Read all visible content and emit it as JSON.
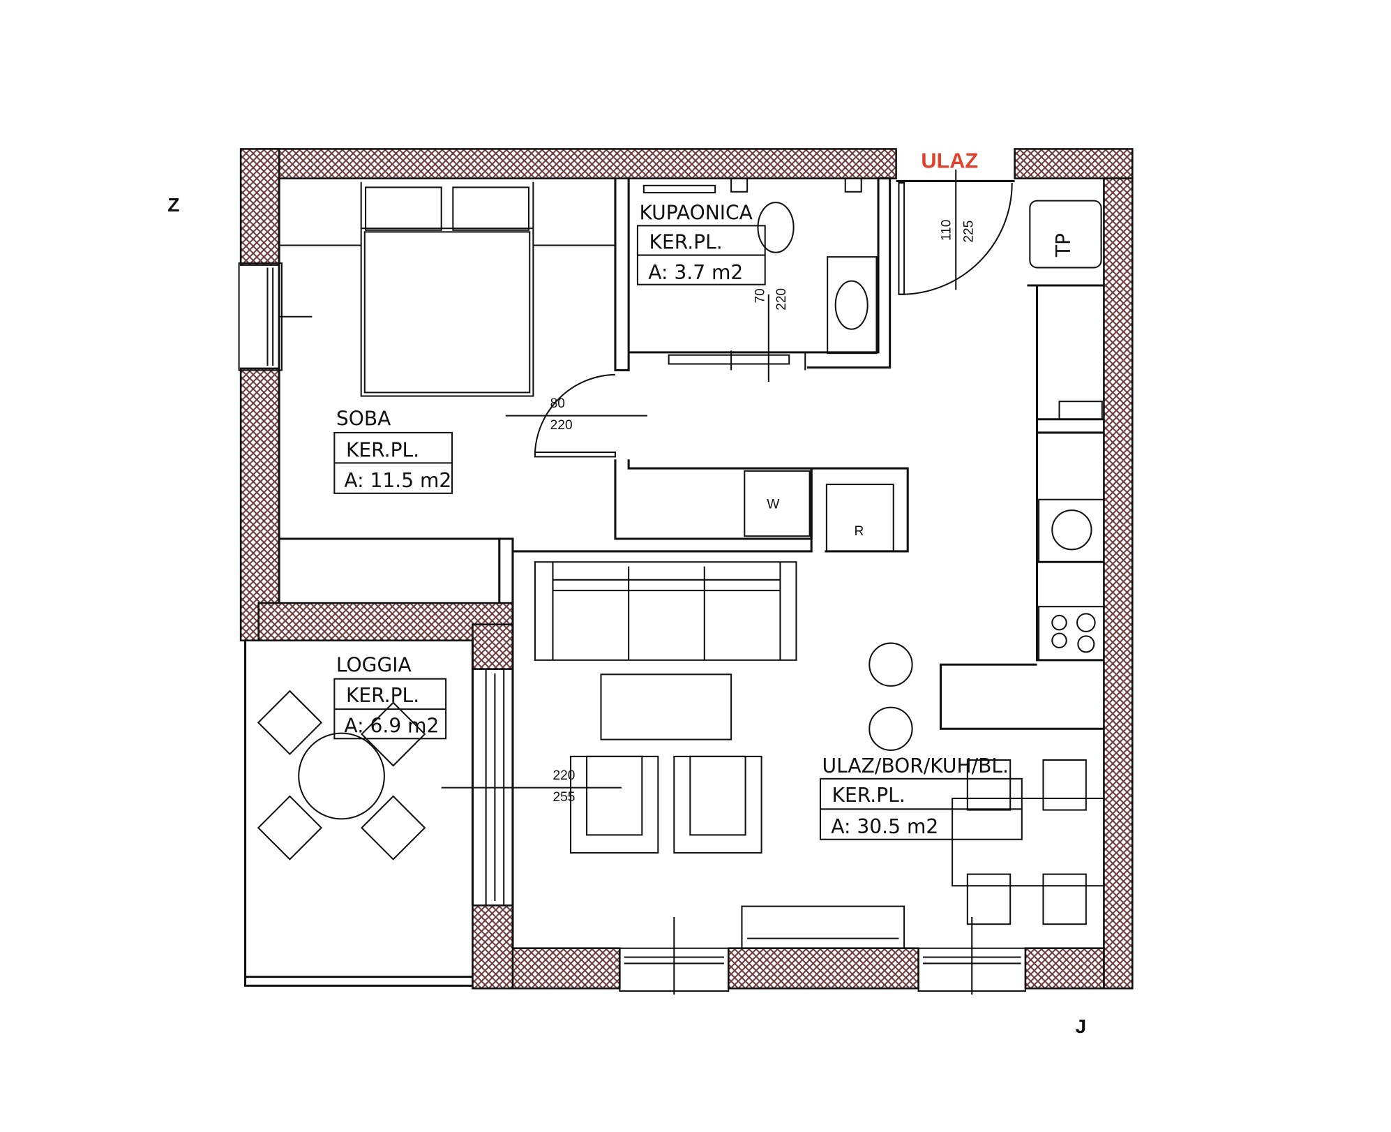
{
  "colors": {
    "wall_hatch": "#6b3a3a",
    "entrance_label": "#e0412b",
    "line": "#111111"
  },
  "compass": {
    "west": "Z",
    "south": "J"
  },
  "entrance_label": "ULAZ",
  "rooms": [
    {
      "name": "KUPAONICA",
      "floor": "KER.PL.",
      "area": "A: 3.7 m2"
    },
    {
      "name": "SOBA",
      "floor": "KER.PL.",
      "area": "A: 11.5 m2"
    },
    {
      "name": "LOGGIA",
      "floor": "KER.PL.",
      "area": "A: 6.9 m2"
    },
    {
      "name": "ULAZ/BOR/KUH/BL.",
      "floor": "KER.PL.",
      "area": "A: 30.5 m2"
    }
  ],
  "dimensions": {
    "entrance_door": [
      "110",
      "225"
    ],
    "bathroom_door": [
      "70",
      "220"
    ],
    "bedroom_door": [
      "80",
      "220"
    ],
    "loggia_door": [
      "220",
      "255"
    ]
  },
  "appliances": {
    "boiler": "TP",
    "washer": "W",
    "fridge": "R"
  }
}
